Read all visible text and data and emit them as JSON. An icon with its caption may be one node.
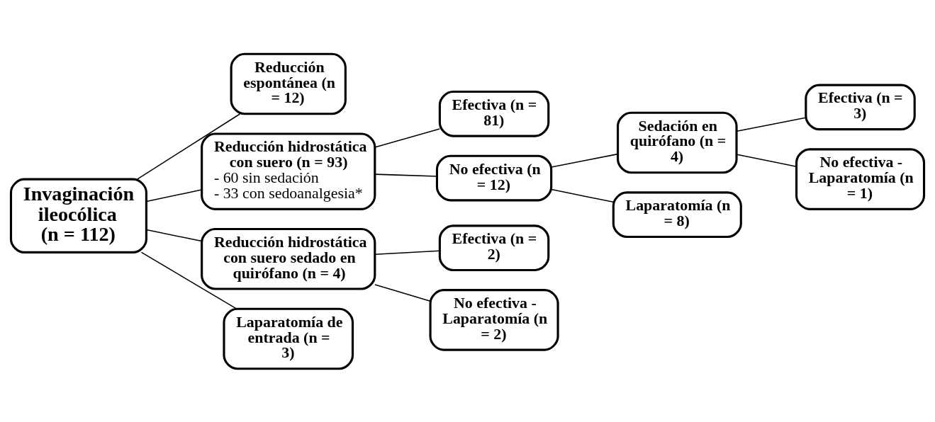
{
  "diagram": {
    "nodes": [
      {
        "text": [
          "Invaginación ileocólica (n = 112)"
        ]
      },
      {
        "text": [
          "Reducción espontánea (n = 12)"
        ]
      },
      {
        "text": [
          "Reducción hidrostática con suero (n = 93)",
          "- 60 sin sedación",
          "- 33 con sedoanalgesia*"
        ]
      },
      {
        "text": [
          "Reducción hidrostática con suero sedado en quirófano (n = 4)"
        ]
      },
      {
        "text": [
          "Laparatomía de entrada (n = 3)"
        ]
      },
      {
        "text": [
          "Efectiva (n = 81)"
        ]
      },
      {
        "text": [
          "No efectiva (n = 12)"
        ]
      },
      {
        "text": [
          "Efectiva (n = 2)"
        ]
      },
      {
        "text": [
          "No efectiva - Laparatomía (n = 2)"
        ]
      },
      {
        "text": [
          "Sedación en quirófano (n = 4)"
        ]
      },
      {
        "text": [
          "Laparatomía (n = 8)"
        ]
      },
      {
        "text": [
          "Efectiva (n = 3)"
        ]
      },
      {
        "text": [
          "No efectiva - Laparatomía (n = 1)"
        ]
      }
    ],
    "edges": [
      {
        "from": 0,
        "to": 1,
        "arrow": "none"
      },
      {
        "from": 0,
        "to": 2,
        "arrow": "none"
      },
      {
        "from": 0,
        "to": 3,
        "arrow": "none"
      },
      {
        "from": 0,
        "to": 4,
        "arrow": "none"
      },
      {
        "from": 2,
        "to": 5,
        "arrow": "none"
      },
      {
        "from": 2,
        "to": 6,
        "arrow": "none"
      },
      {
        "from": 3,
        "to": 7,
        "arrow": "none"
      },
      {
        "from": 3,
        "to": 8,
        "arrow": "none"
      },
      {
        "from": 6,
        "to": 9,
        "arrow": "none"
      },
      {
        "from": 6,
        "to": 10,
        "arrow": "none"
      },
      {
        "from": 9,
        "to": 11,
        "arrow": "none"
      },
      {
        "from": 9,
        "to": 12,
        "arrow": "none"
      }
    ]
  }
}
